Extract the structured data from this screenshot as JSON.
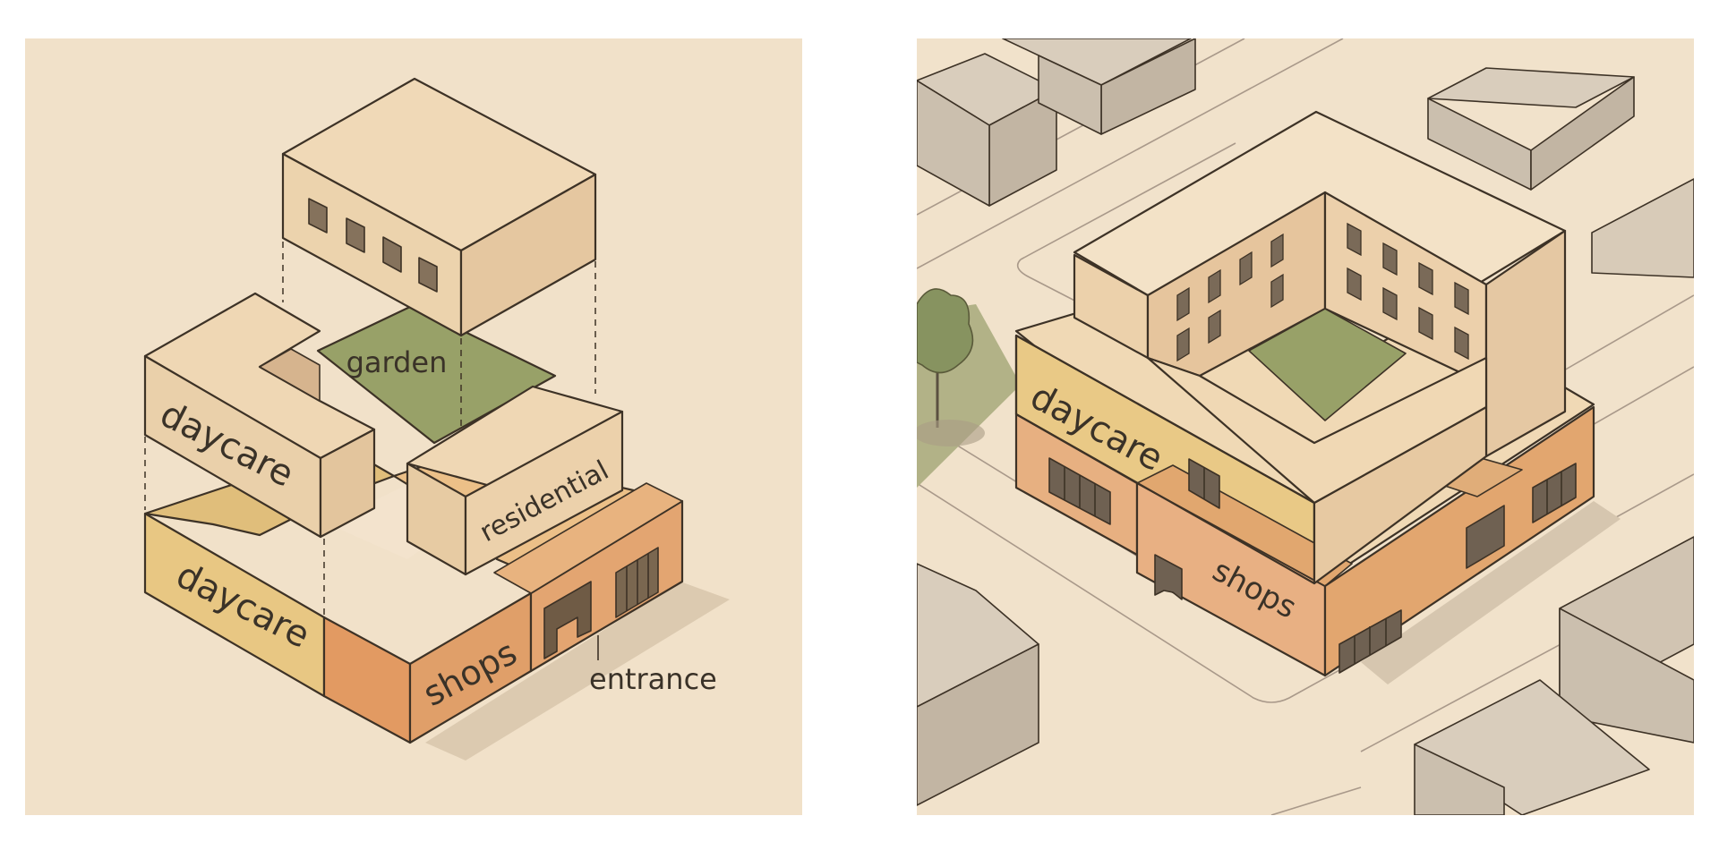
{
  "diagram": {
    "labels": {
      "garden": "garden",
      "daycare_upper": "daycare",
      "residential": "residential",
      "daycare_lower": "daycare",
      "shops": "shops",
      "entrance": "entrance"
    }
  },
  "aerial": {
    "labels": {
      "daycare": "daycare",
      "shops": "shops"
    }
  },
  "colors": {
    "background": "#f1e1c9",
    "base_block": "#efd6b3",
    "daycare": "#e7c888",
    "shops": "#e39d6a",
    "garden": "#98a168",
    "neighbor_blocks": "#cbbfae",
    "tree": "#879360"
  }
}
